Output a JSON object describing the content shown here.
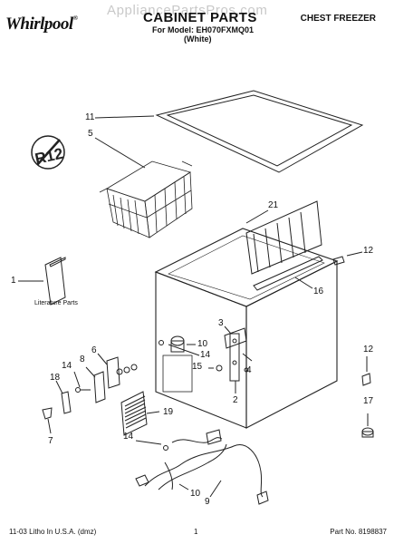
{
  "header": {
    "brand": "Whirlpool",
    "watermark": "AppliancePartsPros.com",
    "title": "CABINET PARTS",
    "model_line": "For Model: EH070FXMQ01",
    "color_line": "(White)",
    "product": "CHEST FREEZER"
  },
  "diagram": {
    "badge_text": "R12",
    "literature_label": "Literature Parts",
    "callouts": [
      "11",
      "5",
      "21",
      "12",
      "1",
      "16",
      "3",
      "10",
      "6",
      "8",
      "14",
      "4",
      "15",
      "12",
      "14",
      "18",
      "2",
      "19",
      "17",
      "7",
      "14",
      "10",
      "9"
    ]
  },
  "footer": {
    "left": "11-03 Litho In U.S.A. (dmz)",
    "page": "1",
    "part_no": "Part No. 8198837"
  }
}
